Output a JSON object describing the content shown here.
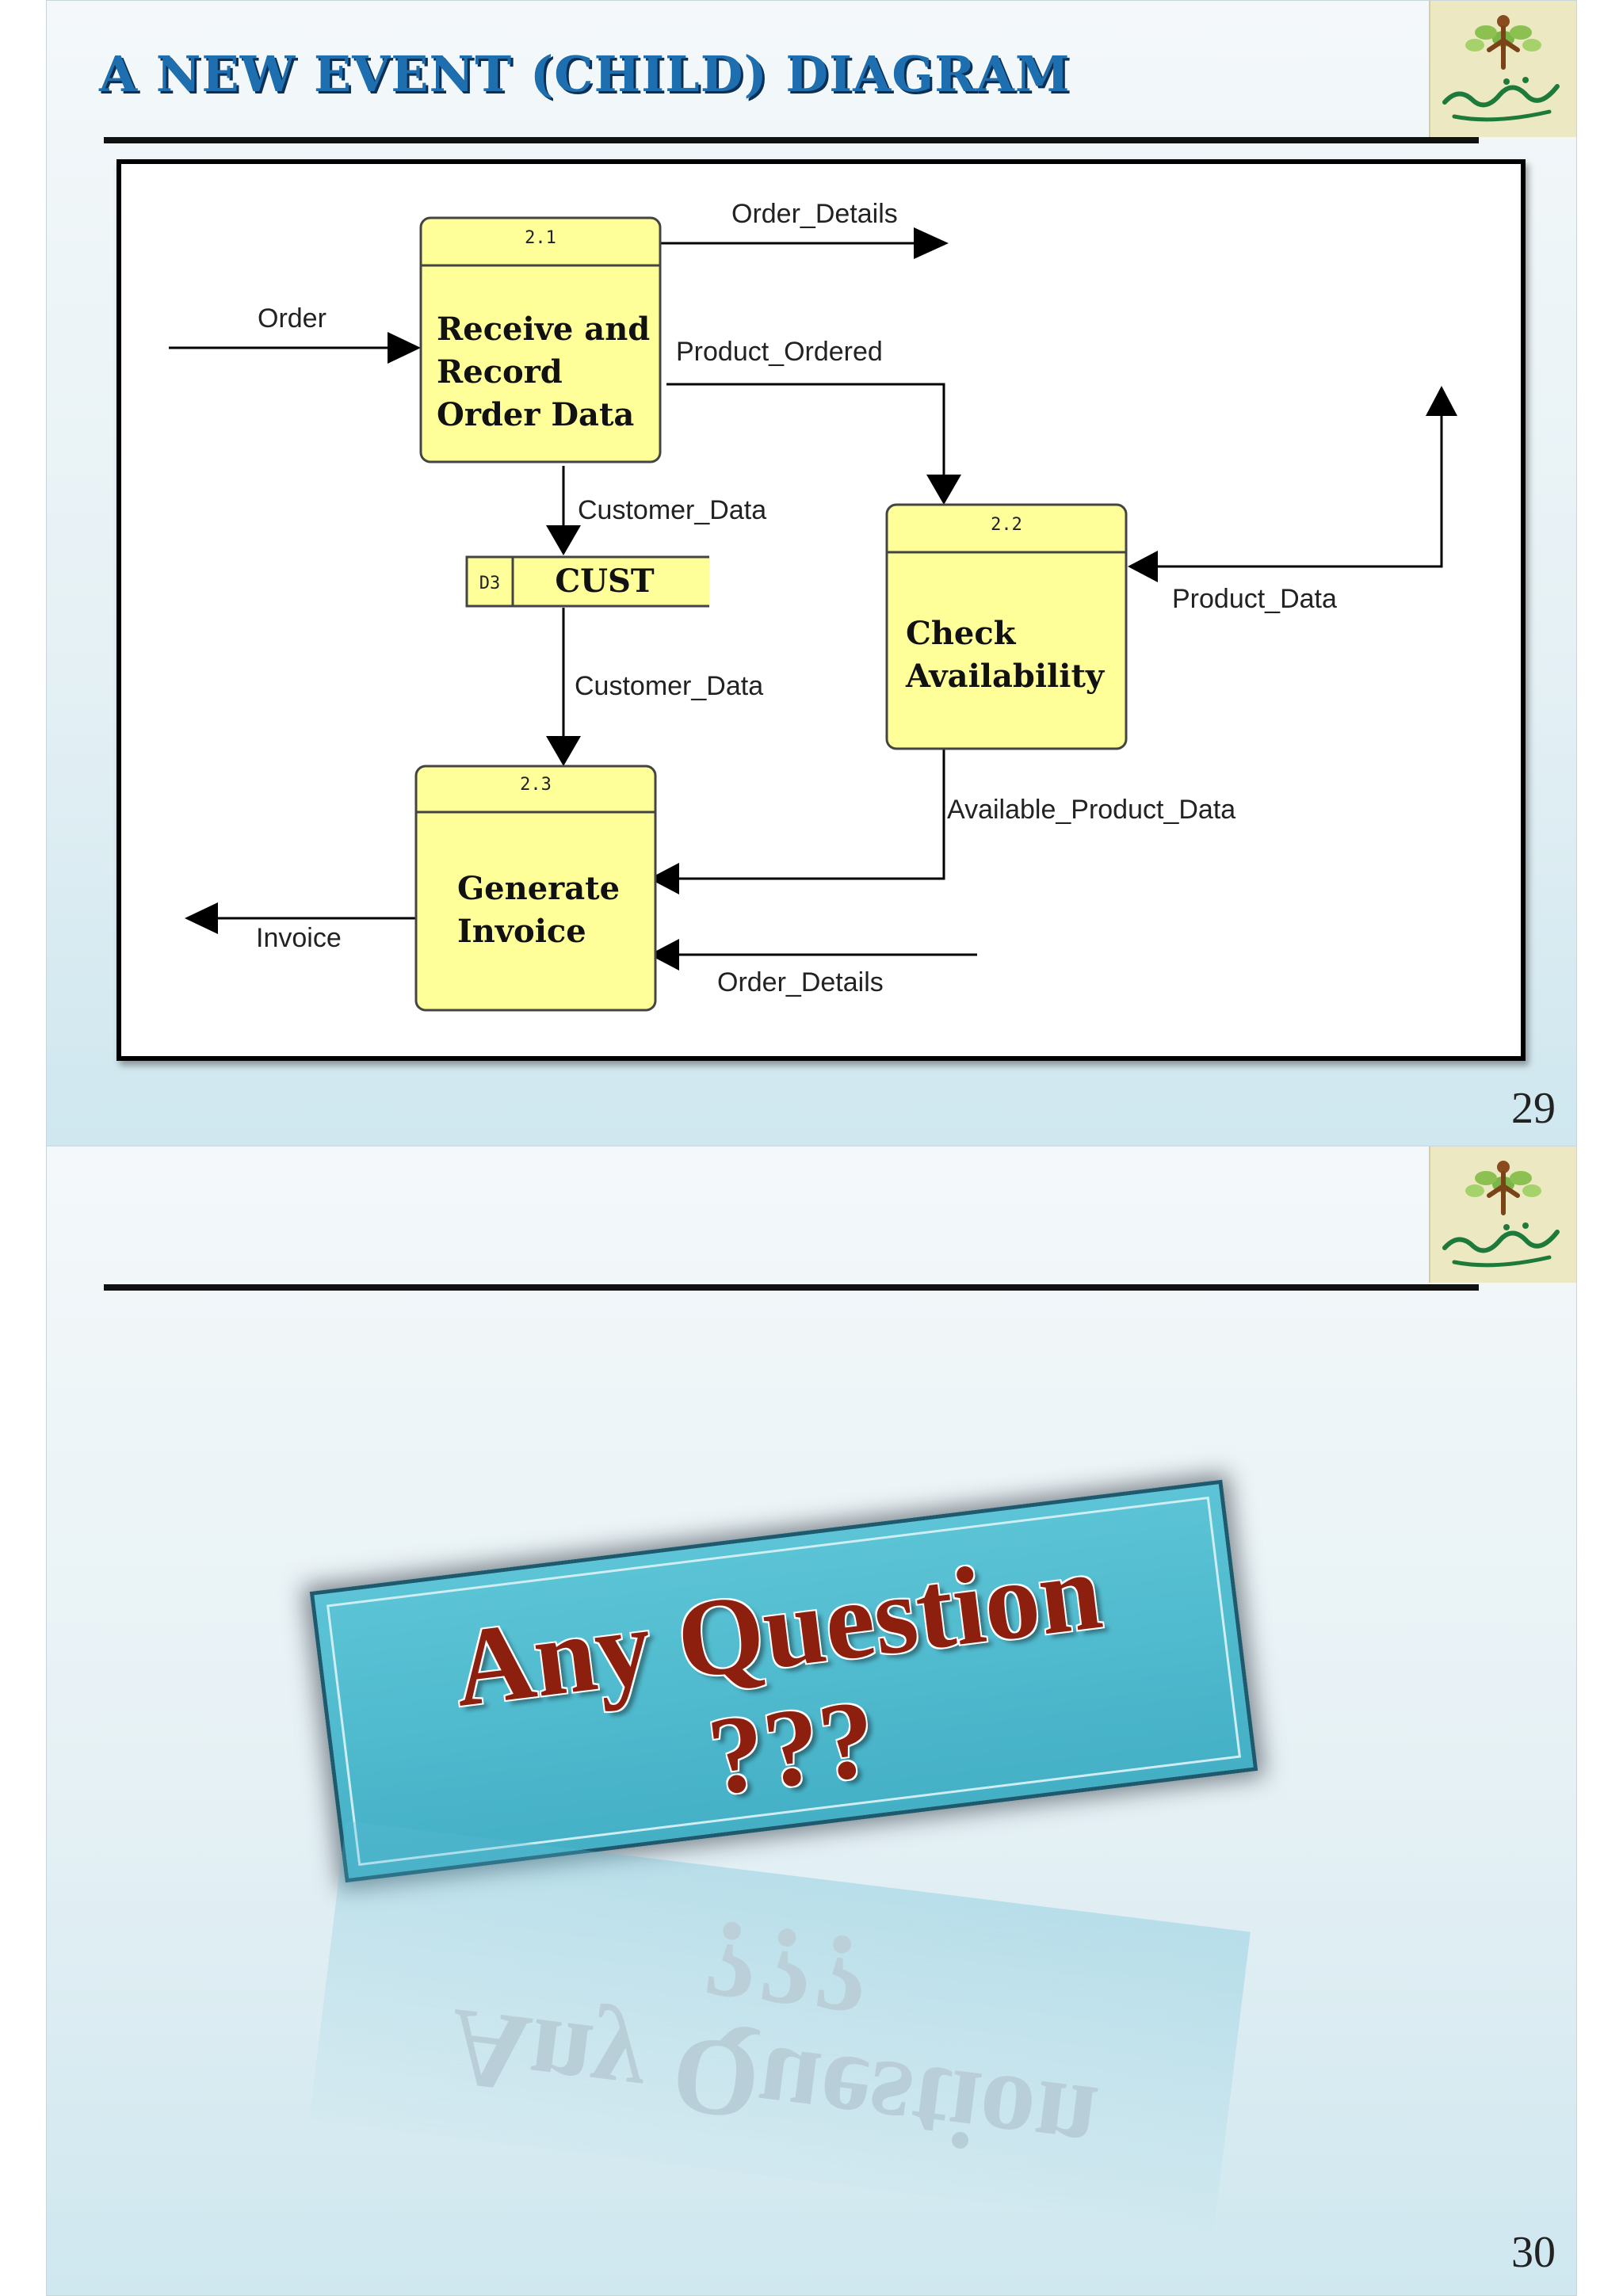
{
  "slide1": {
    "title": "A NEW EVENT (CHILD) DIAGRAM",
    "page_number": "29",
    "diagram": {
      "processes": [
        {
          "id": "2.1",
          "label_lines": [
            "Receive and",
            "Record",
            "Order Data"
          ]
        },
        {
          "id": "2.2",
          "label_lines": [
            "Check",
            "Availability"
          ]
        },
        {
          "id": "2.3",
          "label_lines": [
            "Generate",
            "Invoice"
          ]
        }
      ],
      "datastore": {
        "id": "D3",
        "label": "CUST"
      },
      "flows": {
        "order": "Order",
        "order_details_out": "Order_Details",
        "product_ordered": "Product_Ordered",
        "customer_data_in": "Customer_Data",
        "customer_data_out": "Customer_Data",
        "product_data": "Product_Data",
        "available_product_data": "Available_Product_Data",
        "invoice": "Invoice",
        "order_details_in": "Order_Details"
      }
    }
  },
  "slide2": {
    "banner_line1": "Any Question",
    "banner_line2": "???",
    "page_number": "30"
  },
  "colors": {
    "title_blue": "#1e6fb0",
    "process_fill": "#ffff99",
    "banner_teal": "#4fb8cc",
    "banner_text": "#8c1f0e"
  },
  "icons": {
    "logo": "tree-logo-icon"
  }
}
